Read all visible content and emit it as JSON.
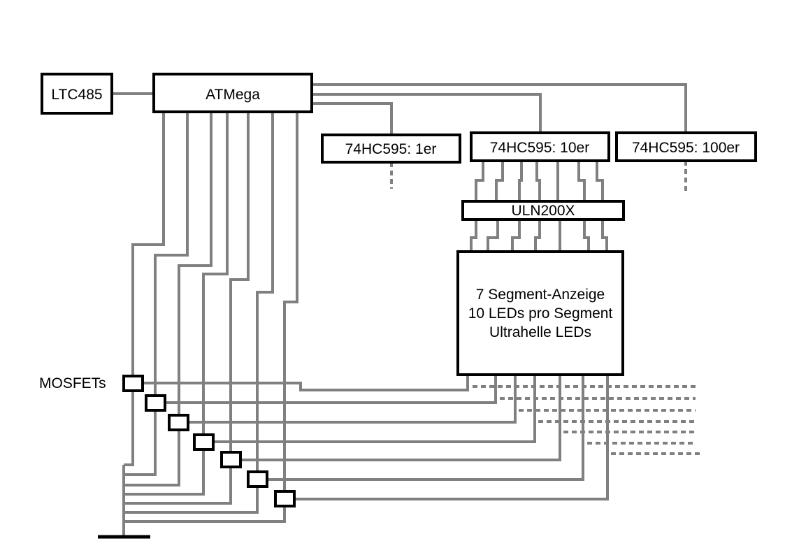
{
  "components": {
    "transceiver": "LTC485",
    "microcontroller": "ATMega",
    "shift_register_ones": "74HC595: 1er",
    "shift_register_tens": "74HC595: 10er",
    "shift_register_hundreds": "74HC595: 100er",
    "driver": "ULN200X",
    "display_lines": [
      "7 Segment-Anzeige",
      "10 LEDs pro Segment",
      "Ultrahelle LEDs"
    ],
    "mosfet_label": "MOSFETs"
  },
  "colors": {
    "wire": "#808080",
    "outline": "#000000",
    "background": "#ffffff"
  }
}
